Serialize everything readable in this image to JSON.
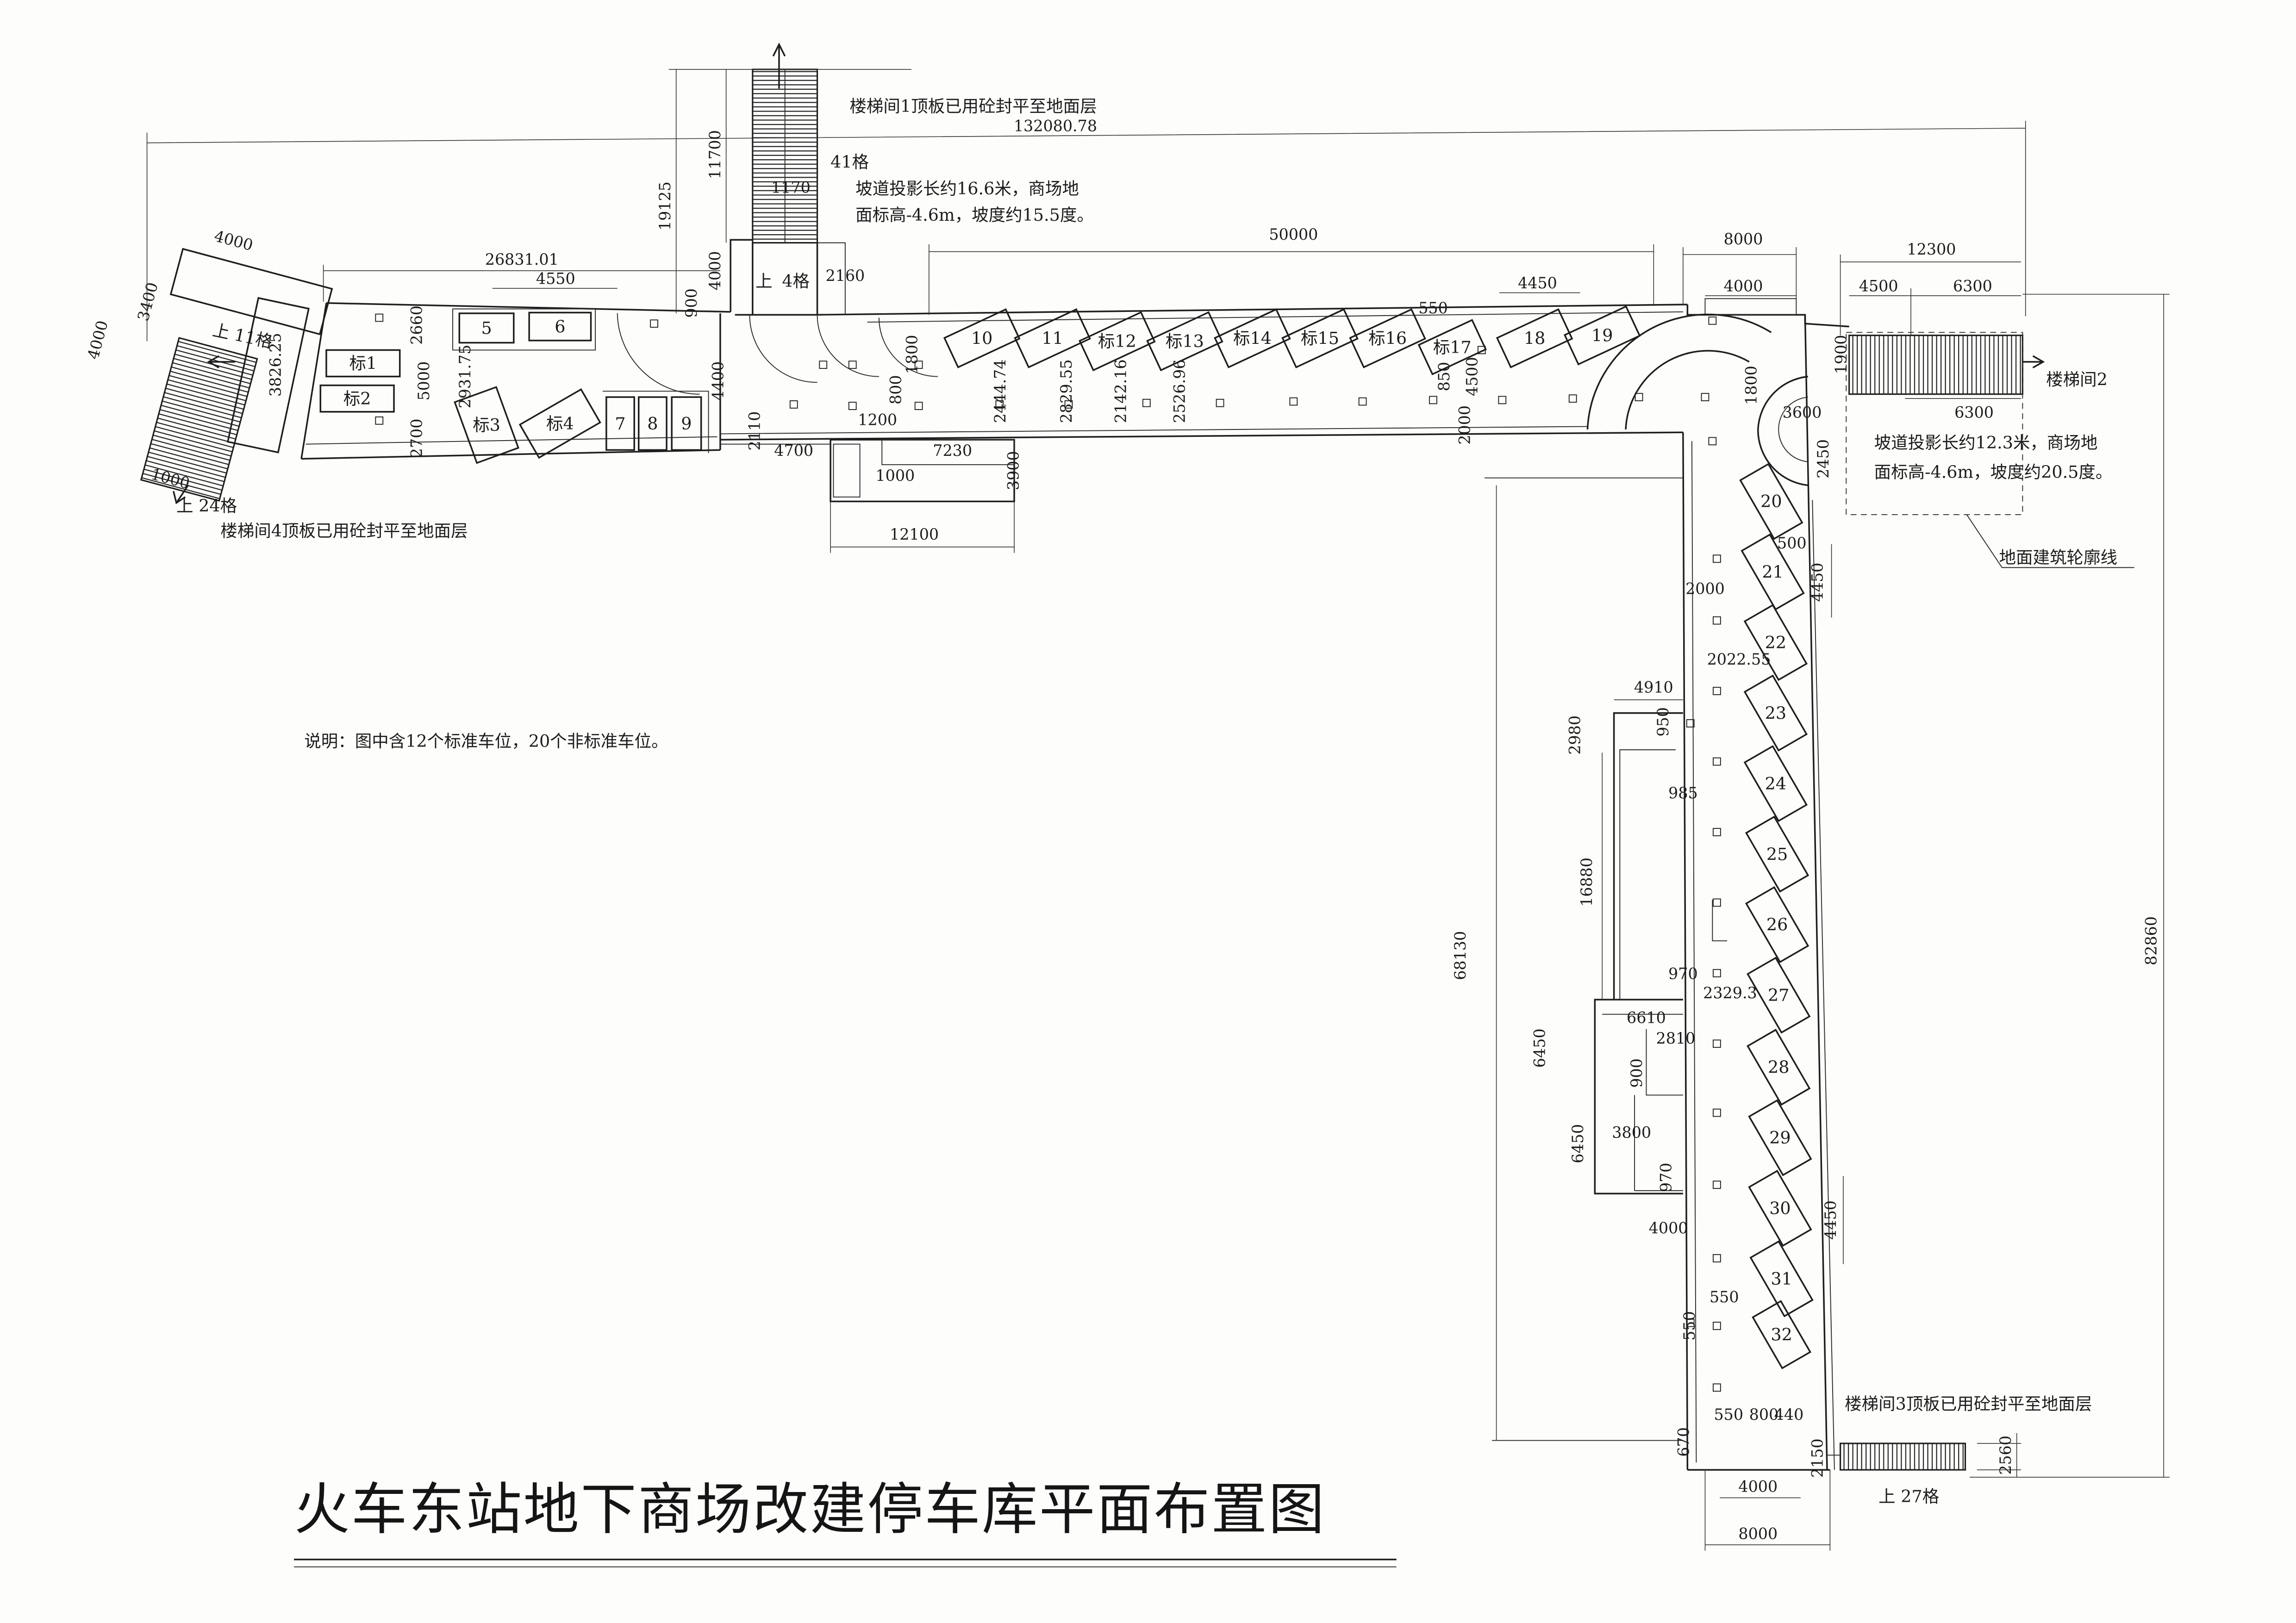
{
  "title": "火车东站地下商场改建停车库平面布置图",
  "note": "说明：图中含12个标准车位，20个非标准车位。",
  "stairs": {
    "stair1_note": "楼梯间1顶板已用砼封平至地面层",
    "stair1_steps": "41格",
    "stair_small_up": "上",
    "stair_small_steps": "4格",
    "stair_left_steps": "上 11格",
    "stair2_label": "楼梯间2",
    "stair3_note": "楼梯间3顶板已用砼封平至地面层",
    "stair3_steps": "上 27格",
    "stair4_steps": "上 24格",
    "stair4_note": "楼梯间4顶板已用砼封平至地面层"
  },
  "ramps": {
    "ramp1_line1": "坡道投影长约16.6米，商场地",
    "ramp1_line2": "面标高-4.6m，坡度约15.5度。",
    "ramp2_line1": "坡道投影长约12.3米，商场地",
    "ramp2_line2": "面标高-4.6m，坡度约20.5度。"
  },
  "outline_label": "地面建筑轮廓线",
  "stalls": [
    "标1",
    "标2",
    "标3",
    "标4",
    "5",
    "6",
    "7",
    "8",
    "9",
    "10",
    "11",
    "标12",
    "标13",
    "标14",
    "标15",
    "标16",
    "标17",
    "18",
    "19",
    "20",
    "21",
    "22",
    "23",
    "24",
    "25",
    "26",
    "27",
    "28",
    "29",
    "30",
    "31",
    "32"
  ],
  "dims": [
    "132080.78",
    "11700",
    "19125",
    "1170",
    "50000",
    "8000",
    "12300",
    "4000",
    "26831.01",
    "4550",
    "4000",
    "2160",
    "4000",
    "4500",
    "6300",
    "4450",
    "3400",
    "4000",
    "2660",
    "900",
    "550",
    "1800",
    "1900",
    "3826.25",
    "5000",
    "2931.75",
    "4400",
    "800",
    "2444.74",
    "2829.55",
    "2142.16",
    "2526.96",
    "850",
    "4500",
    "2000",
    "1800",
    "3600",
    "6300",
    "2700",
    "2110",
    "1200",
    "2450",
    "4700",
    "7230",
    "3900",
    "1000",
    "1000",
    "12100",
    "500",
    "4450",
    "2000",
    "2022.55",
    "4910",
    "2980",
    "950",
    "985",
    "16880",
    "68130",
    "82860",
    "970",
    "2329.3",
    "6610",
    "2810",
    "6450",
    "900",
    "3800",
    "6450",
    "970",
    "4450",
    "4000",
    "550",
    "550",
    "550",
    "800",
    "440",
    "670",
    "2150",
    "2560",
    "4000",
    "8000"
  ]
}
